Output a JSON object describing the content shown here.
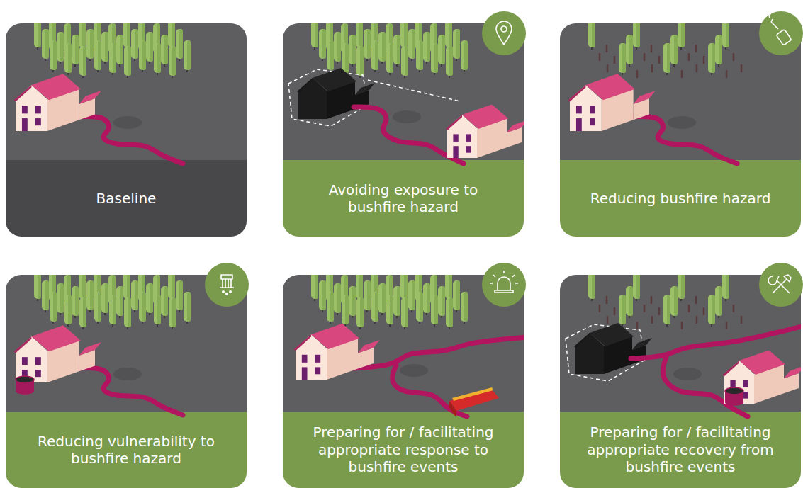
{
  "diagram": {
    "nodes": [
      {
        "text": [
          "Baseline"
        ]
      },
      {
        "text": [
          "Avoiding exposure to bushfire hazard"
        ]
      },
      {
        "text": [
          "Reducing bushfire hazard"
        ]
      },
      {
        "text": [
          "Reducing vulnerability to bushfire hazard"
        ]
      },
      {
        "text": [
          "Preparing for / facilitating appropriate response to bushfire events"
        ]
      },
      {
        "text": [
          "Preparing for / facilitating appropriate recovery from bushfire events"
        ]
      }
    ]
  }
}
